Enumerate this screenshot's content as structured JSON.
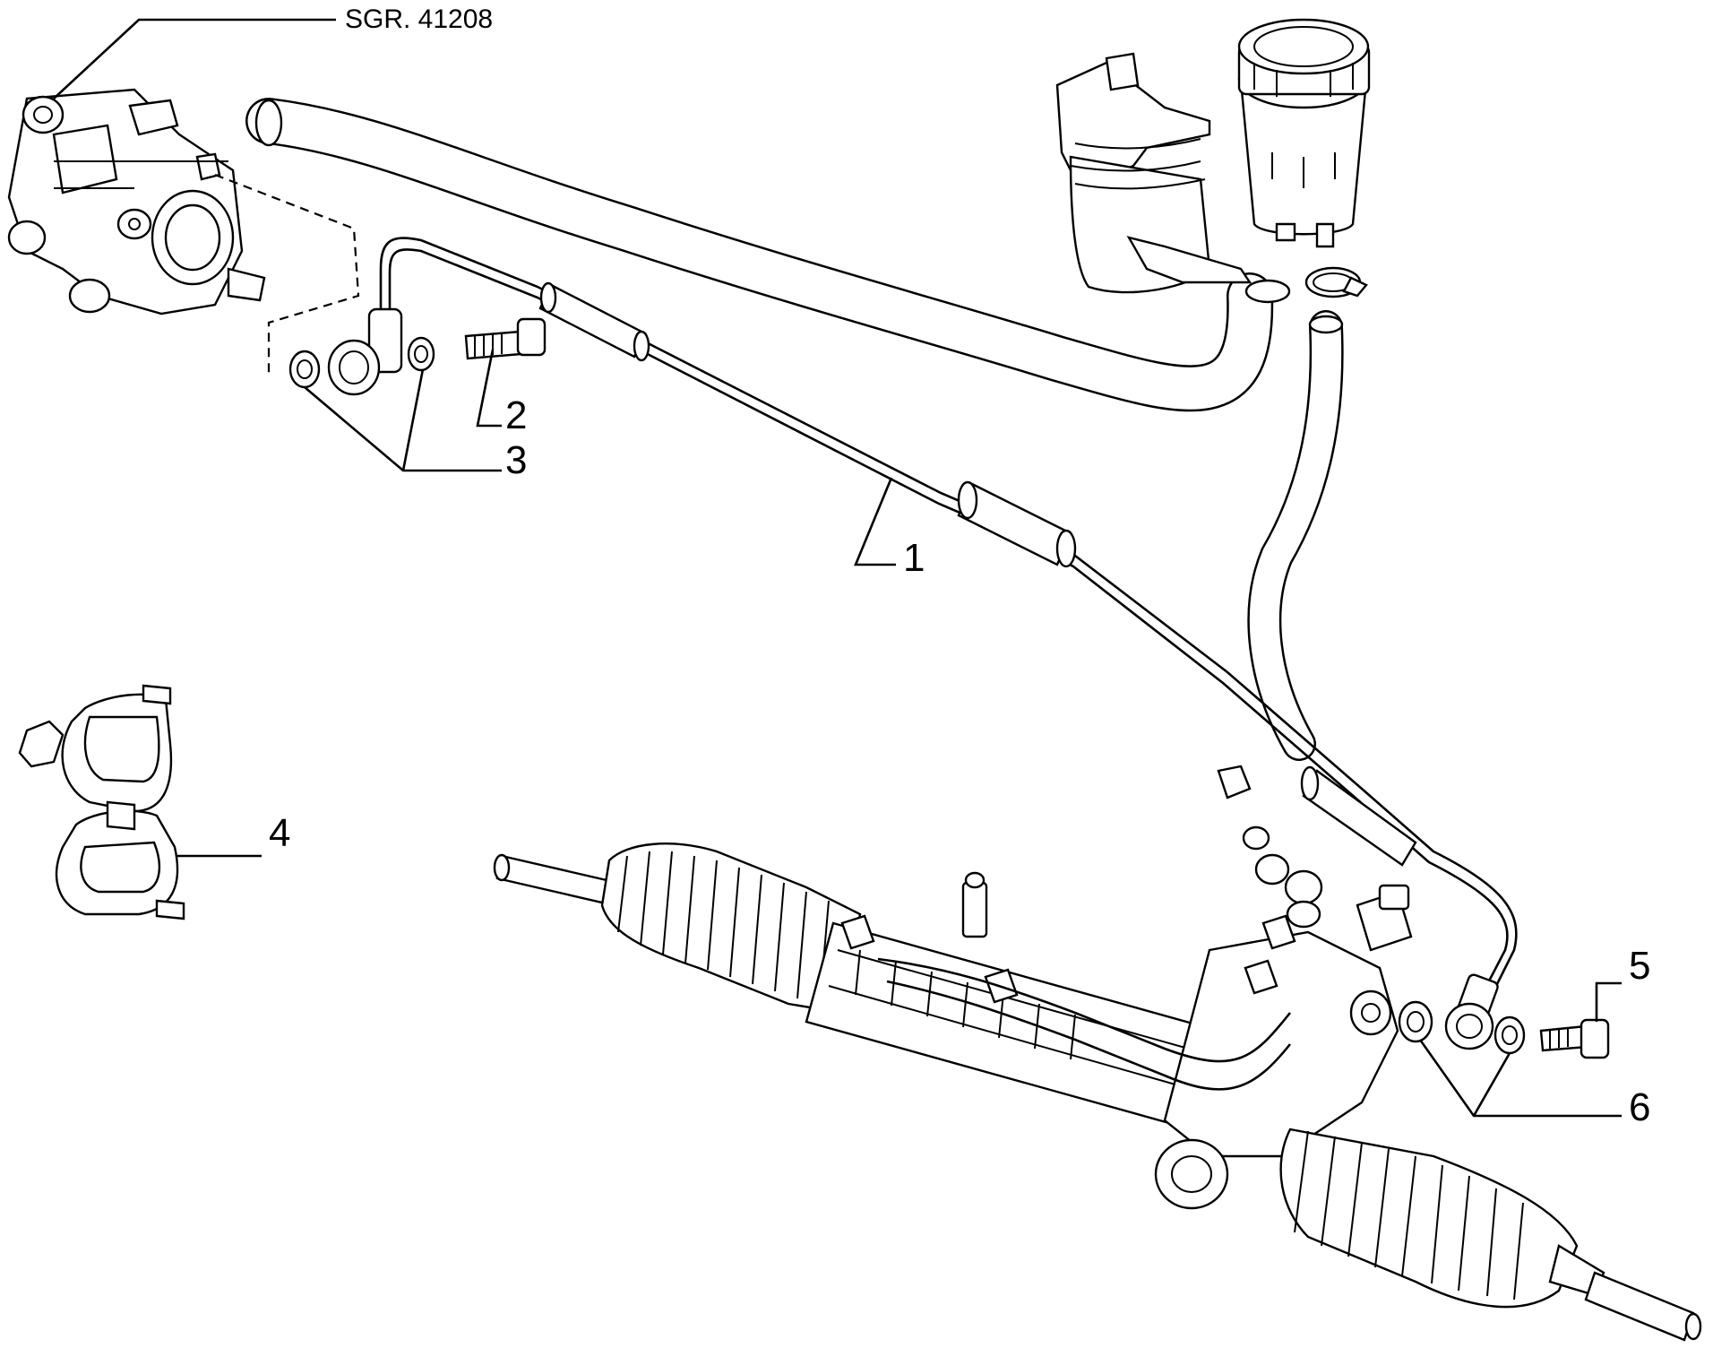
{
  "diagram": {
    "reference": "SGR. 41208",
    "callouts": [
      {
        "id": "1",
        "label": "1"
      },
      {
        "id": "2",
        "label": "2"
      },
      {
        "id": "3",
        "label": "3"
      },
      {
        "id": "4",
        "label": "4"
      },
      {
        "id": "5",
        "label": "5"
      },
      {
        "id": "6",
        "label": "6"
      }
    ]
  }
}
